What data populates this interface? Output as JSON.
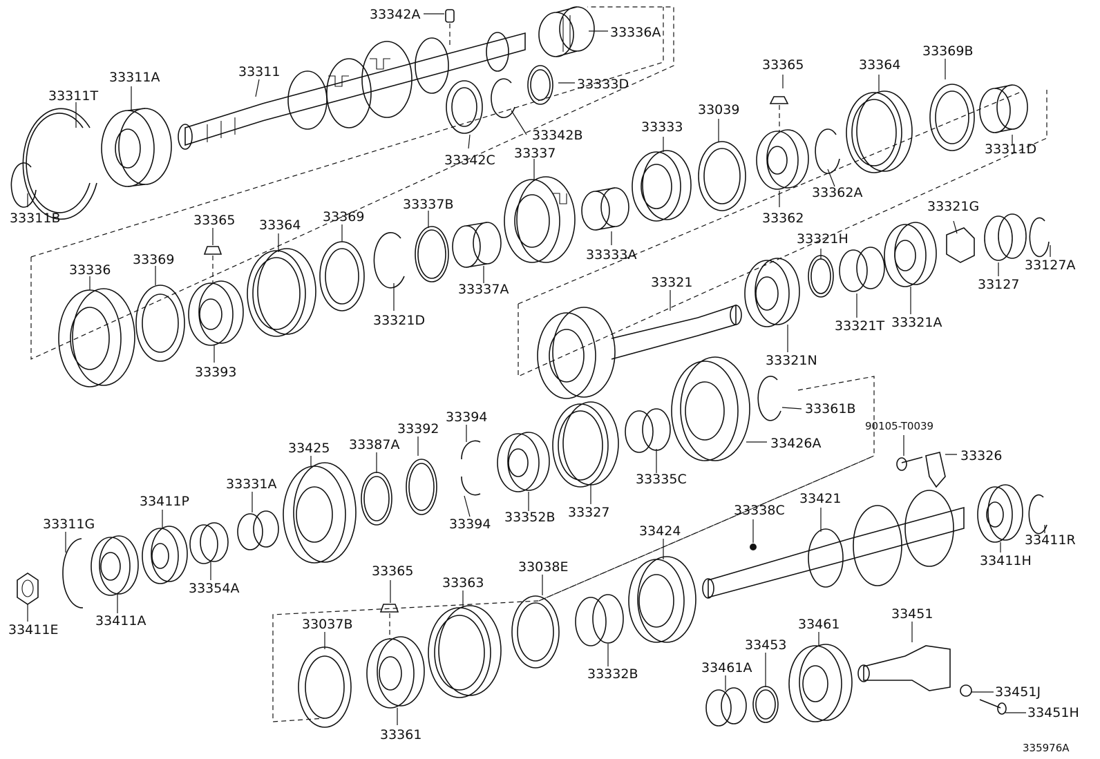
{
  "diagram_id": "335976A",
  "labels": {
    "p33342A": "33342A",
    "p33336A": "33336A",
    "p33311": "33311",
    "p33333D": "33333D",
    "p33311A": "33311A",
    "p33311T": "33311T",
    "p33342B": "33342B",
    "p33342C": "33342C",
    "p33311B": "33311B",
    "p33365a": "33365",
    "p33364a": "33364",
    "p33369B": "33369B",
    "p33311D": "33311D",
    "p33039": "33039",
    "p33333": "33333",
    "p33337": "33337",
    "p33362A": "33362A",
    "p33362": "33362",
    "p33337B": "33337B",
    "p33333A": "33333A",
    "p33365b": "33365",
    "p33364b": "33364",
    "p33369a": "33369",
    "p33336": "33336",
    "p33369b": "33369",
    "p33393": "33393",
    "p33321D": "33321D",
    "p33337A": "33337A",
    "p33321G": "33321G",
    "p33321H": "33321H",
    "p33321": "33321",
    "p33127A": "33127A",
    "p33127": "33127",
    "p33321T": "33321T",
    "p33321A": "33321A",
    "p33321N": "33321N",
    "p33361B": "33361B",
    "p33394a": "33394",
    "p33392": "33392",
    "p33387A": "33387A",
    "p33425": "33425",
    "p33426A": "33426A",
    "p90105": "90105-T0039",
    "p33326": "33326",
    "p33335C": "33335C",
    "p33352B": "33352B",
    "p33327": "33327",
    "p33394b": "33394",
    "p33331A": "33331A",
    "p33411P": "33411P",
    "p33311G": "33311G",
    "p33354A": "33354A",
    "p33411A": "33411A",
    "p33411E": "33411E",
    "p33338C": "33338C",
    "p33421": "33421",
    "p33411H": "33411H",
    "p33411R": "33411R",
    "p33424": "33424",
    "p33038E": "33038E",
    "p33365c": "33365",
    "p33363": "33363",
    "p33037B": "33037B",
    "p33332B": "33332B",
    "p33461A": "33461A",
    "p33453": "33453",
    "p33461": "33461",
    "p33451": "33451",
    "p33451J": "33451J",
    "p33451H": "33451H",
    "p33361": "33361"
  }
}
